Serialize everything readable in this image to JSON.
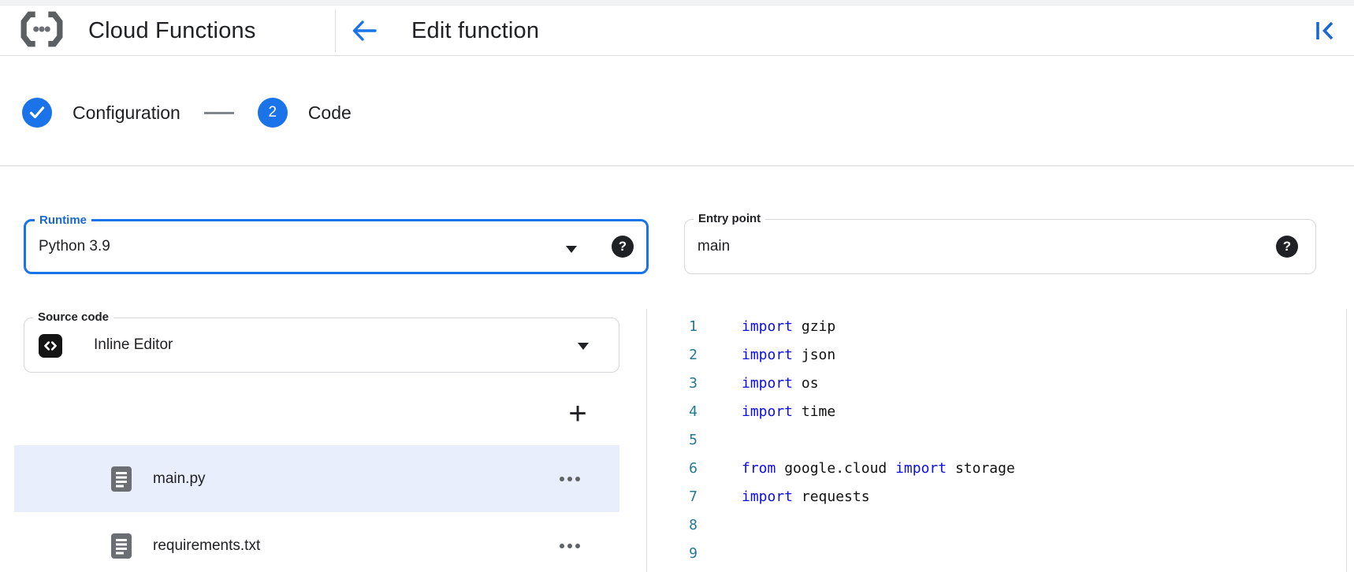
{
  "colors": {
    "accent": "#1a73e8",
    "accent_label": "#1967d2",
    "selected_row": "#e8eefb",
    "keyword": "#0d0dee",
    "line_number": "#237893",
    "text": "#202124",
    "icon_gray": "#5f6368"
  },
  "header": {
    "product_name": "Cloud Functions",
    "page_title": "Edit function"
  },
  "icons": {
    "logo": "cloud-functions-brackets",
    "back": "arrow-left",
    "collapse": "collapse-panel-left",
    "check": "checkmark",
    "dropdown": "caret-down",
    "help_glyph": "?",
    "add_glyph": "+",
    "source_code": "angle-brackets",
    "file": "document",
    "more": "horizontal-ellipsis"
  },
  "stepper": {
    "steps": [
      {
        "label": "Configuration",
        "status": "completed"
      },
      {
        "label": "Code",
        "number": "2",
        "status": "current"
      }
    ]
  },
  "form": {
    "runtime": {
      "label": "Runtime",
      "value": "Python 3.9",
      "focused": true
    },
    "entry_point": {
      "label": "Entry point",
      "value": "main"
    },
    "source_code": {
      "label": "Source code",
      "value": "Inline Editor"
    }
  },
  "file_panel": {
    "files": [
      {
        "name": "main.py",
        "selected": true
      },
      {
        "name": "requirements.txt",
        "selected": false
      }
    ]
  },
  "editor": {
    "lines": [
      {
        "n": "1",
        "tokens": [
          [
            "kw",
            "import"
          ],
          [
            "pl",
            " gzip"
          ]
        ]
      },
      {
        "n": "2",
        "tokens": [
          [
            "kw",
            "import"
          ],
          [
            "pl",
            " json"
          ]
        ]
      },
      {
        "n": "3",
        "tokens": [
          [
            "kw",
            "import"
          ],
          [
            "pl",
            " os"
          ]
        ]
      },
      {
        "n": "4",
        "tokens": [
          [
            "kw",
            "import"
          ],
          [
            "pl",
            " time"
          ]
        ]
      },
      {
        "n": "5",
        "tokens": []
      },
      {
        "n": "6",
        "tokens": [
          [
            "kw",
            "from"
          ],
          [
            "pl",
            " google.cloud "
          ],
          [
            "kw",
            "import"
          ],
          [
            "pl",
            " storage"
          ]
        ]
      },
      {
        "n": "7",
        "tokens": [
          [
            "kw",
            "import"
          ],
          [
            "pl",
            " requests"
          ]
        ]
      },
      {
        "n": "8",
        "tokens": []
      },
      {
        "n": "9",
        "tokens": []
      }
    ]
  }
}
